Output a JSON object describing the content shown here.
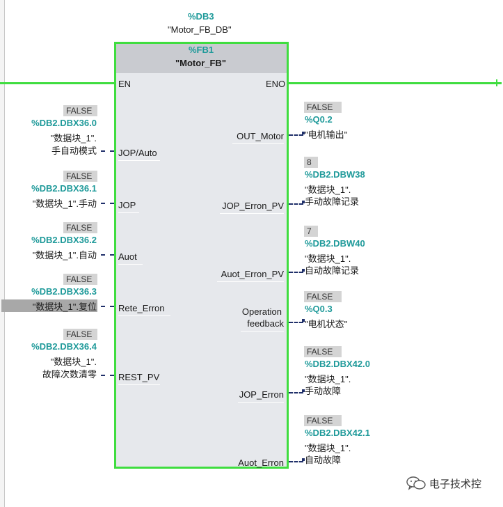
{
  "block": {
    "instance_db": "%DB3",
    "instance_name": "\"Motor_FB_DB\"",
    "fb": "%FB1",
    "fb_name": "\"Motor_FB\""
  },
  "pins": {
    "en": "EN",
    "eno": "ENO",
    "in1": "JOP/Auto",
    "in2": "JOP",
    "in3": "Auot",
    "in4": "Rete_Erron",
    "in5": "REST_PV",
    "out1": "OUT_Motor",
    "out2": "JOP_Erron_PV",
    "out3": "Auot_Erron_PV",
    "out4_line1": "Operation",
    "out4_line2": "feedback",
    "out5": "JOP_Erron",
    "out6": "Auot_Erron"
  },
  "inputs": [
    {
      "value": "FALSE",
      "address": "%DB2.DBX36.0",
      "sym1": "\"数据块_1\".",
      "sym2": "手自动模式"
    },
    {
      "value": "FALSE",
      "address": "%DB2.DBX36.1",
      "sym1": "\"数据块_1\".手动",
      "sym2": ""
    },
    {
      "value": "FALSE",
      "address": "%DB2.DBX36.2",
      "sym1": "\"数据块_1\".自动",
      "sym2": ""
    },
    {
      "value": "FALSE",
      "address": "%DB2.DBX36.3",
      "sym1": "\"数据块_1\".复位",
      "sym2": ""
    },
    {
      "value": "FALSE",
      "address": "%DB2.DBX36.4",
      "sym1": "\"数据块_1\".",
      "sym2": "故障次数清零"
    }
  ],
  "outputs": [
    {
      "value": "FALSE",
      "address": "%Q0.2",
      "sym1": "\"电机输出\"",
      "sym2": ""
    },
    {
      "value": "8",
      "address": "%DB2.DBW38",
      "sym1": "\"数据块_1\".",
      "sym2": "手动故障记录"
    },
    {
      "value": "7",
      "address": "%DB2.DBW40",
      "sym1": "\"数据块_1\".",
      "sym2": "自动故障记录"
    },
    {
      "value": "FALSE",
      "address": "%Q0.3",
      "sym1": "\"电机状态\"",
      "sym2": ""
    },
    {
      "value": "FALSE",
      "address": "%DB2.DBX42.0",
      "sym1": "\"数据块_1\".",
      "sym2": "手动故障"
    },
    {
      "value": "FALSE",
      "address": "%DB2.DBX42.1",
      "sym1": "\"数据块_1\".",
      "sym2": "自动故障"
    }
  ],
  "watermark": {
    "text": "电子技术控",
    "icon": "wechat-icon"
  },
  "colors": {
    "wire": "#3fdd3f",
    "address": "#1f9a9a",
    "block": "#e6e8ec",
    "header": "#c9cbd0",
    "highlight": "#a8a8a8"
  }
}
